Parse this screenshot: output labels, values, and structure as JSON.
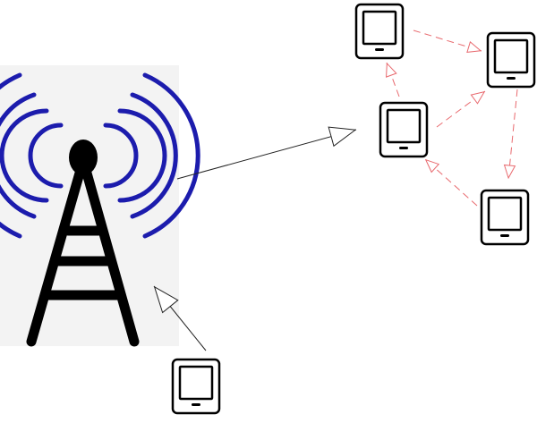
{
  "diagram": {
    "background": "#ffffff",
    "colors": {
      "radio_waves": "#1c1cad",
      "tower": "#000000",
      "tower_panel": "#f3f3f3",
      "device_outline": "#000000",
      "device_screen": "#ffffff",
      "cellular_link": "#222222",
      "peer_link": "#e8696e"
    },
    "nodes": [
      {
        "id": "cell-tower",
        "kind": "tower",
        "icon": "cell-tower-icon"
      },
      {
        "id": "phone-bottom",
        "kind": "phone",
        "icon": "smartphone-icon"
      },
      {
        "id": "phone-relay",
        "kind": "phone",
        "icon": "smartphone-icon"
      },
      {
        "id": "phone-top-left",
        "kind": "phone",
        "icon": "smartphone-icon"
      },
      {
        "id": "phone-top-right",
        "kind": "phone",
        "icon": "smartphone-icon"
      },
      {
        "id": "phone-bottom-right",
        "kind": "phone",
        "icon": "smartphone-icon"
      }
    ],
    "links": [
      {
        "from": "cell-tower",
        "to": "phone-relay",
        "style": "solid",
        "type": "cellular"
      },
      {
        "from": "phone-bottom",
        "to": "cell-tower",
        "style": "solid",
        "type": "cellular"
      },
      {
        "from": "phone-relay",
        "to": "phone-top-left",
        "style": "dashed",
        "type": "peer"
      },
      {
        "from": "phone-top-left",
        "to": "phone-top-right",
        "style": "dashed",
        "type": "peer"
      },
      {
        "from": "phone-relay",
        "to": "phone-top-right",
        "style": "dashed",
        "type": "peer"
      },
      {
        "from": "phone-top-right",
        "to": "phone-bottom-right",
        "style": "dashed",
        "type": "peer"
      },
      {
        "from": "phone-bottom-right",
        "to": "phone-relay",
        "style": "dashed",
        "type": "peer"
      }
    ]
  }
}
